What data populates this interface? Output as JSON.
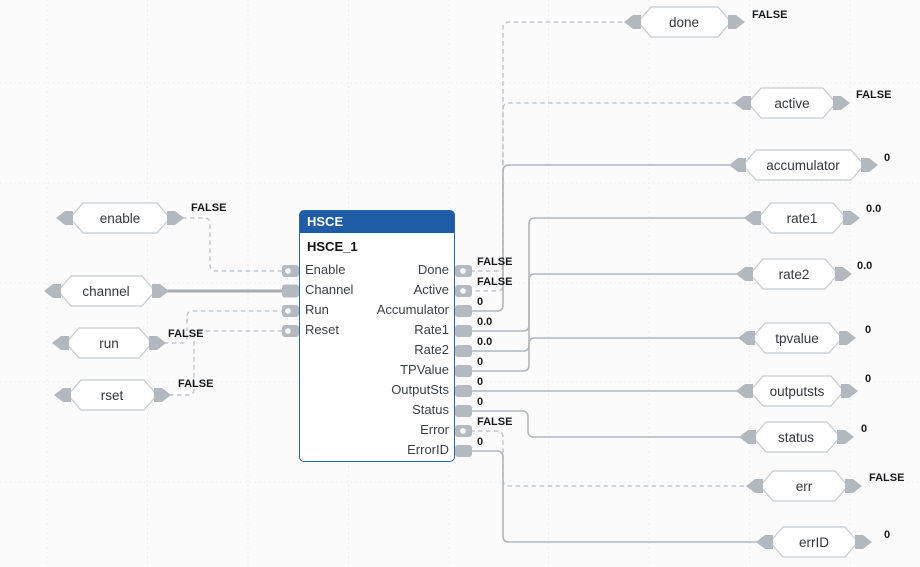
{
  "diagram": {
    "block": {
      "type_label": "HSCE",
      "instance_label": "HSCE_1",
      "rows": [
        {
          "input": "Enable",
          "output": "Done",
          "value": "FALSE"
        },
        {
          "input": "Channel",
          "output": "Active",
          "value": "FALSE"
        },
        {
          "input": "Run",
          "output": "Accumulator",
          "value": "0"
        },
        {
          "input": "Reset",
          "output": "Rate1",
          "value": "0.0"
        },
        {
          "input": "",
          "output": "Rate2",
          "value": "0.0"
        },
        {
          "input": "",
          "output": "TPValue",
          "value": "0"
        },
        {
          "input": "",
          "output": "OutputSts",
          "value": "0"
        },
        {
          "input": "",
          "output": "Status",
          "value": "0"
        },
        {
          "input": "",
          "output": "Error",
          "value": "FALSE"
        },
        {
          "input": "",
          "output": "ErrorID",
          "value": "0"
        }
      ]
    },
    "left_tags": [
      {
        "name": "enable",
        "value": "FALSE"
      },
      {
        "name": "channel",
        "value": ""
      },
      {
        "name": "run",
        "value": "FALSE"
      },
      {
        "name": "rset",
        "value": "FALSE"
      }
    ],
    "right_tags": [
      {
        "name": "done",
        "value": "FALSE"
      },
      {
        "name": "active",
        "value": "FALSE"
      },
      {
        "name": "accumulator",
        "value": "0"
      },
      {
        "name": "rate1",
        "value": "0.0"
      },
      {
        "name": "rate2",
        "value": "0.0"
      },
      {
        "name": "tpvalue",
        "value": "0"
      },
      {
        "name": "outputsts",
        "value": "0"
      },
      {
        "name": "status",
        "value": "0"
      },
      {
        "name": "err",
        "value": "FALSE"
      },
      {
        "name": "errID",
        "value": "0"
      }
    ],
    "colors": {
      "block_header": "#1e5ca6",
      "block_border": "#2b66ad",
      "wire": "#b2b7bc",
      "wire_dashed": "#c2c7cc",
      "tag_border": "#c7cbcf",
      "connector": "#b3b8be",
      "value_text": "#17191b",
      "label_text": "#3c4146"
    }
  }
}
